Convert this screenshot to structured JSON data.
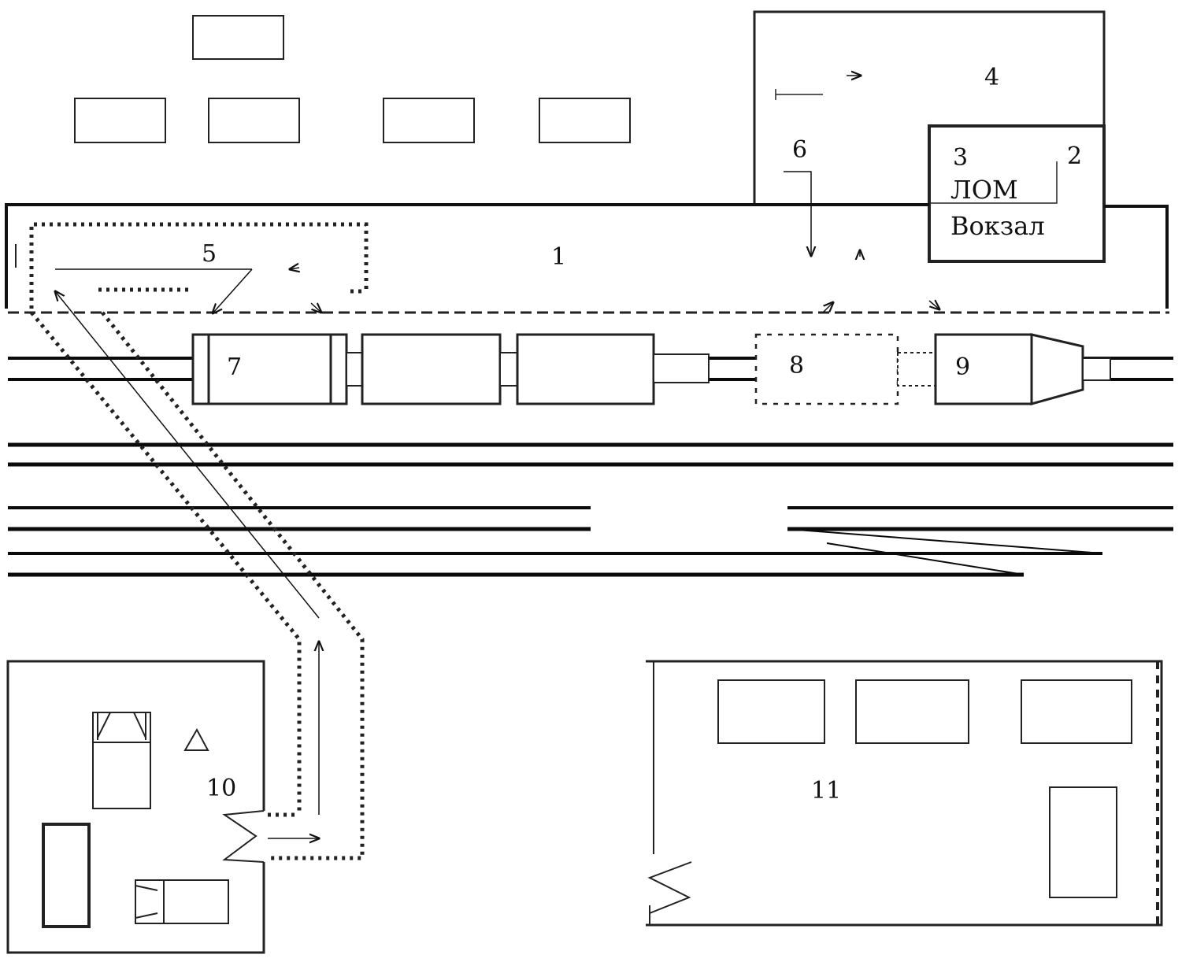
{
  "labels": {
    "n1": "1",
    "n2": "2",
    "n3": "3",
    "n4": "4",
    "n5": "5",
    "n6": "6",
    "n7": "7",
    "n8": "8",
    "n9": "9",
    "n10": "10",
    "n11": "11",
    "lom": "ЛОМ",
    "station": "Вокзал"
  },
  "colors": {
    "ink": "#111111",
    "rail": "#0a0a0a",
    "background": "#ffffff"
  }
}
